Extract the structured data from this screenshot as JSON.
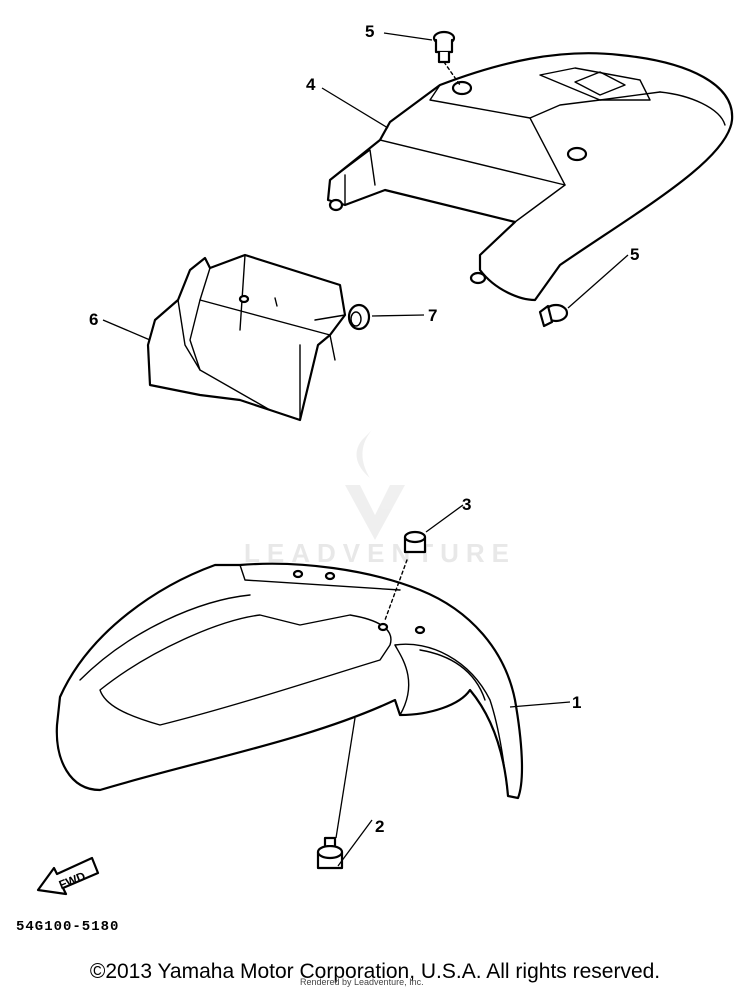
{
  "diagram": {
    "callouts": [
      {
        "id": "c5a",
        "label": "5"
      },
      {
        "id": "c4",
        "label": "4"
      },
      {
        "id": "c5b",
        "label": "5"
      },
      {
        "id": "c6",
        "label": "6"
      },
      {
        "id": "c7",
        "label": "7"
      },
      {
        "id": "c3",
        "label": "3"
      },
      {
        "id": "c1",
        "label": "1"
      },
      {
        "id": "c2",
        "label": "2"
      }
    ],
    "fwd_label": "FWD",
    "watermark": "LEADVENTURE",
    "part_code": "54G100-5180"
  },
  "footer": {
    "copyright": "©2013 Yamaha Motor Corporation, U.S.A. All rights reserved.",
    "rendered_by": "Rendered by Leadventure, Inc."
  }
}
